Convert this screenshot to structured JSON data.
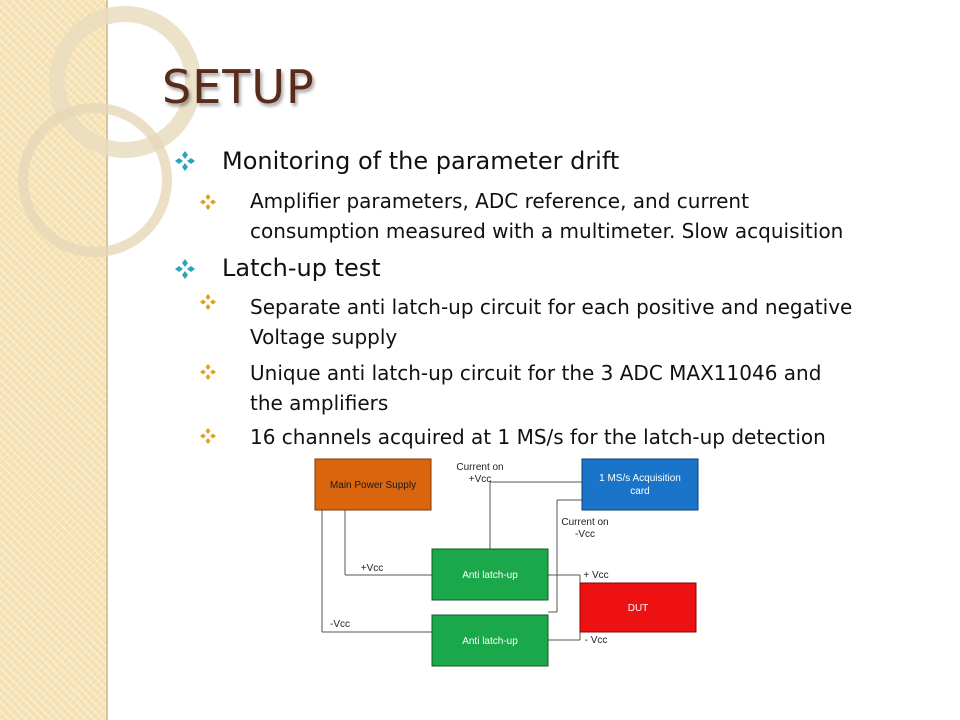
{
  "slide": {
    "title": "SETUP",
    "bullets": [
      {
        "text": "Monitoring of the parameter drift",
        "sub": [
          {
            "line1": "Amplifier parameters, ADC reference, and current",
            "line2": "consumption measured with a multimeter.  Slow acquisition"
          }
        ]
      },
      {
        "text": "Latch-up test",
        "sub": [
          {
            "line1": "Separate anti latch-up circuit for each positive and negative",
            "line2": "Voltage supply"
          },
          {
            "line1": "Unique anti latch-up circuit for the 3 ADC MAX11046 and",
            "line2": "the amplifiers"
          },
          {
            "line1": "16 channels acquired at 1 MS/s for the latch-up detection",
            "line2": ""
          }
        ]
      }
    ]
  },
  "diagram": {
    "boxes": {
      "main_power": "Main Power Supply",
      "acq_line1": "1 MS/s Acquisition",
      "acq_line2": "card",
      "anti1": "Anti latch-up",
      "anti2": "Anti latch-up",
      "dut": "DUT"
    },
    "labels": {
      "current_pos_1": "Current on",
      "current_pos_2": "+Vcc",
      "current_neg_1": "Current on",
      "current_neg_2": "-Vcc",
      "vcc_plus_left": "+Vcc",
      "vcc_minus_left": "-Vcc",
      "vcc_plus_right": "+ Vcc",
      "vcc_minus_right": "- Vcc"
    },
    "colors": {
      "main_power": "#d9650f",
      "acq": "#1a74c9",
      "anti": "#1aa84a",
      "dut": "#ee1111",
      "bullet": "#2aa6b8"
    }
  }
}
